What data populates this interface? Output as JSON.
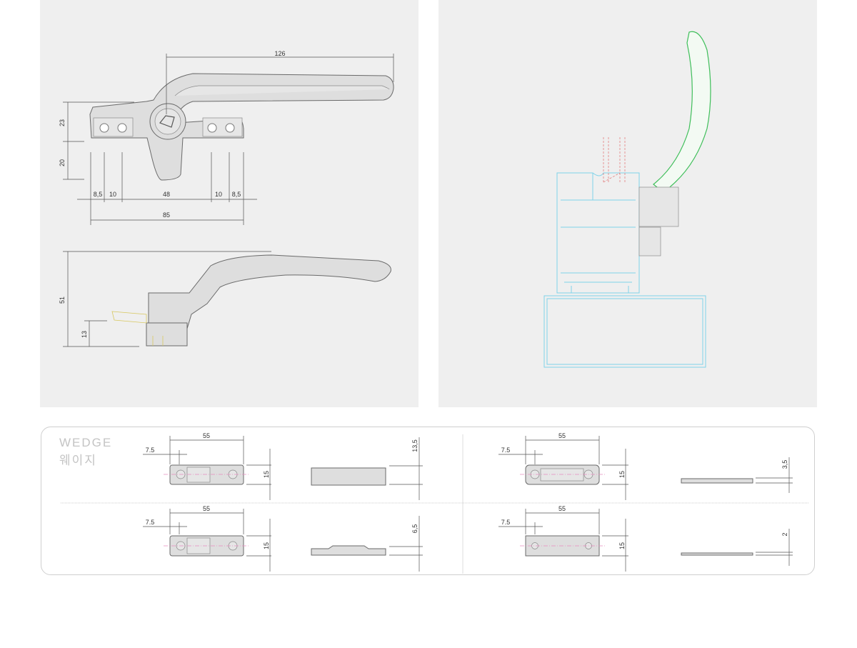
{
  "handle_top_view": {
    "dims": {
      "length": "126",
      "h_upper": "23",
      "h_lower": "20",
      "d1": "8,5",
      "d2": "10",
      "d3": "48",
      "d4": "10",
      "d5": "8,5",
      "overall": "85"
    }
  },
  "handle_side_view": {
    "dims": {
      "height": "51",
      "base": "13"
    }
  },
  "wedge": {
    "title_en": "WEDGE",
    "title_ko": "웨이지",
    "items": [
      {
        "length": "55",
        "offset": "7.5",
        "width": "15",
        "height": "13,5"
      },
      {
        "length": "55",
        "offset": "7.5",
        "width": "15",
        "height": "3,5"
      },
      {
        "length": "55",
        "offset": "7.5",
        "width": "15",
        "height": "6,5"
      },
      {
        "length": "55",
        "offset": "7.5",
        "width": "15",
        "height": "2"
      }
    ]
  },
  "colors": {
    "panel": "#efefef",
    "profile": "#7fd3ea",
    "handle_section": "#3fbf5a"
  }
}
